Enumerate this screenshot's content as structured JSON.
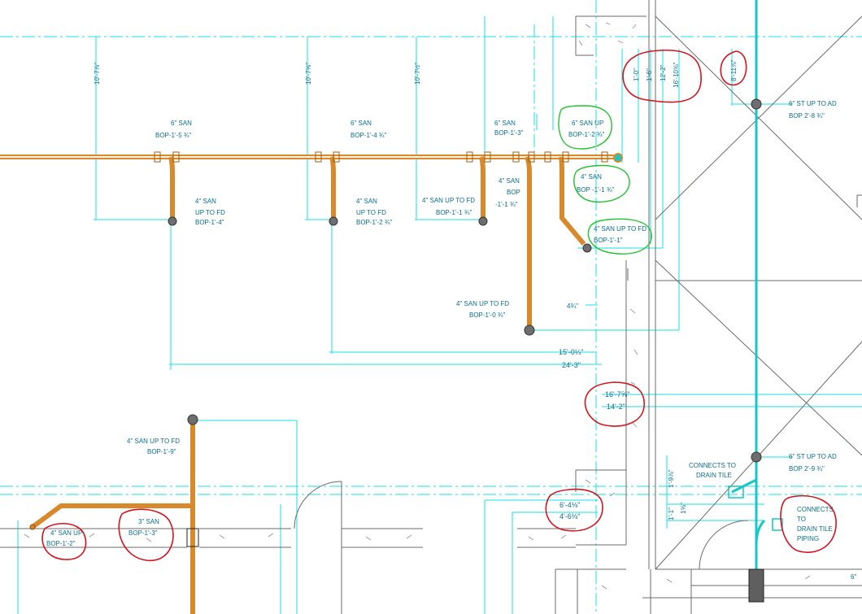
{
  "labels": {
    "dim_10_7_78": "10'-7⅞\"",
    "dim_10_7_58": "10'-7⅝\"",
    "dim_10_7_12": "10'-7½\"",
    "san1": "6\" SAN",
    "bop1": "BOP-1'-5 ¾\"",
    "san2": "6\" SAN",
    "bop2": "BOP-1'-4 ¾\"",
    "san3": "6\" SAN",
    "bop3": "BOP-1'-3\"",
    "san4": "6\" SAN UP",
    "bop4": "BOP-1'-2 ¾\"",
    "fd1_a": "4\" SAN",
    "fd1_b": "UP TO FD",
    "fd1_c": "BOP-1'-4\"",
    "fd2_a": "4\" SAN",
    "fd2_b": "UP TO FD",
    "fd2_c": "BOP-1'-2 ¾\"",
    "fd3_a": "4\" SAN UP TO FD",
    "fd3_b": "BOP-1'-1 ¾\"",
    "bop5_a": "4\" SAN",
    "bop5_b": "BOP",
    "bop5_c": "-1'-1 ¾\"",
    "g4san_a": "4\" SAN",
    "g4san_b": "BOP -1'-1 ¾\"",
    "g4up_a": "4\" SAN UP TO FD",
    "g4up_b": "BOP-1'-1\"",
    "fd4_a": "4\" SAN UP TO FD",
    "fd4_b": "BOP-1'-0 ¾\"",
    "dim_4_34": "4¾\"",
    "dim_15_0": "15'-0¼\"",
    "dim_24_3": "24'-3\"",
    "dim_16_7": "16'-7⅝\"",
    "dim_14_2": "14'-2\"",
    "fd5_a": "4\" SAN UP TO FD",
    "fd5_b": "BOP-1'-9\"",
    "san_up_a": "4\" SAN UP",
    "san_up_b": "BOP-1'-2\"",
    "san3in_a": "3\" SAN",
    "san3in_b": "BOP-1'-3\"",
    "dim_6_4": "6'-4⅛\"",
    "dim_4_6": "4'-6⅛\"",
    "connects_a": "CONNECTS TO",
    "connects_b": "DRAIN TILE",
    "connects2_a": "CONNECTS",
    "connects2_b": "TO",
    "connects2_c": "DRAIN TILE",
    "connects2_d": "PIPING",
    "st1_a": "6\" ST UP TO AD",
    "st1_b": "BOP 2'-8 ¾\"",
    "st2_a": "6\" ST UP TO AD",
    "st2_b": "BOP 2'-9 ¾\"",
    "r1": "1'-0\"",
    "r2": "1'-6\"",
    "r3": "12'-2\"",
    "r4": "16'-10⅝\"",
    "r5": "8'-11⅞\"",
    "v1": "1'-9⅞\"",
    "v2": "1'-1\"",
    "v3": "1⅝\"",
    "edge": "6\""
  },
  "colors": {
    "dimension": "#17e0e6",
    "pipe": "#d7892b",
    "redline": "#d4141e",
    "greenline": "#22c22e",
    "wall": "#6b6b6b"
  }
}
